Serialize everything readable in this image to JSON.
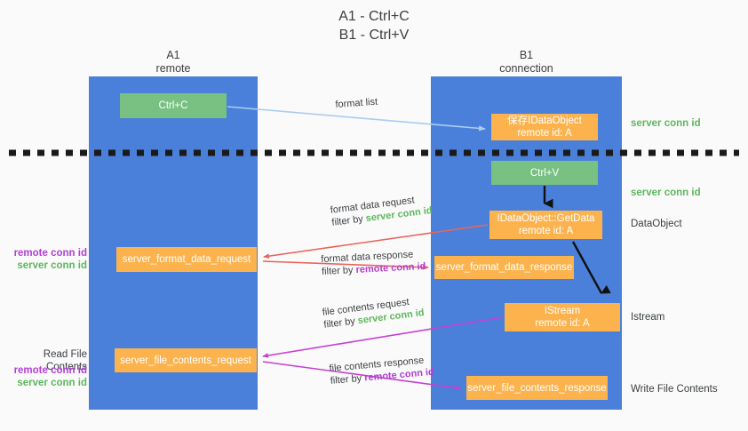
{
  "title": {
    "line1": "A1 - Ctrl+C",
    "line2": "B1 - Ctrl+V"
  },
  "columns": [
    {
      "id": "a1",
      "name": "A1",
      "sub": "remote"
    },
    {
      "id": "b1",
      "name": "B1",
      "sub": "connection"
    }
  ],
  "nodes": {
    "ctrl_c": {
      "line1": "Ctrl+C",
      "line2": ""
    },
    "idataobject": {
      "line1": "保存IDataObject",
      "line2": "remote id: A"
    },
    "ctrl_v": {
      "line1": "Ctrl+V",
      "line2": ""
    },
    "getdata": {
      "line1": "IDataObject::GetData",
      "line2": "remote id: A"
    },
    "format_data_request": {
      "line1": "server_format_data_request",
      "line2": ""
    },
    "format_data_response": {
      "line1": "server_format_data_response",
      "line2": ""
    },
    "istream": {
      "line1": "IStream",
      "line2": "remote id: A"
    },
    "file_contents_request": {
      "line1": "server_file_contents_request",
      "line2": ""
    },
    "file_contents_response": {
      "line1": "server_file_contents_response",
      "line2": ""
    }
  },
  "edges": {
    "format_list": {
      "line1": "format list",
      "line2": "",
      "line2_accent": ""
    },
    "format_data_request": {
      "line1": "format data request",
      "line2_prefix": "filter by ",
      "line2_accent": "server conn id"
    },
    "format_data_response": {
      "line1": "format data response",
      "line2_prefix": "filter by ",
      "line2_accent": "remote conn id"
    },
    "file_contents_request": {
      "line1": "file contents request",
      "line2_prefix": "filter by ",
      "line2_accent": "server conn id"
    },
    "file_contents_response": {
      "line1": "file contents response",
      "line2_prefix": "filter by ",
      "line2_accent": "remote conn id"
    }
  },
  "side_labels": {
    "server_conn_id_top": "server conn id",
    "server_conn_id_mid": "server conn id",
    "dataobject": "DataObject",
    "istream": "Istream",
    "write_file_contents": "Write File Contents",
    "read_file_contents": "Read File Contents",
    "remote_conn_id_a": "remote conn id",
    "server_conn_id_a": "server conn id",
    "remote_conn_id_b": "remote conn id",
    "server_conn_id_b": "server conn id"
  },
  "colors": {
    "lane_blue": "#4a80da",
    "node_green": "#78c182",
    "node_orange": "#fcb34e",
    "accent_green_text": "#5cb85c",
    "accent_purple_text": "#b23fd4",
    "arrow_red": "#e8645a",
    "arrow_magenta": "#c63fd4",
    "arrow_lightblue": "#a8cdf0",
    "arrow_black": "#111111",
    "divider_black": "#1a1a1a",
    "background": "#fafafa"
  }
}
